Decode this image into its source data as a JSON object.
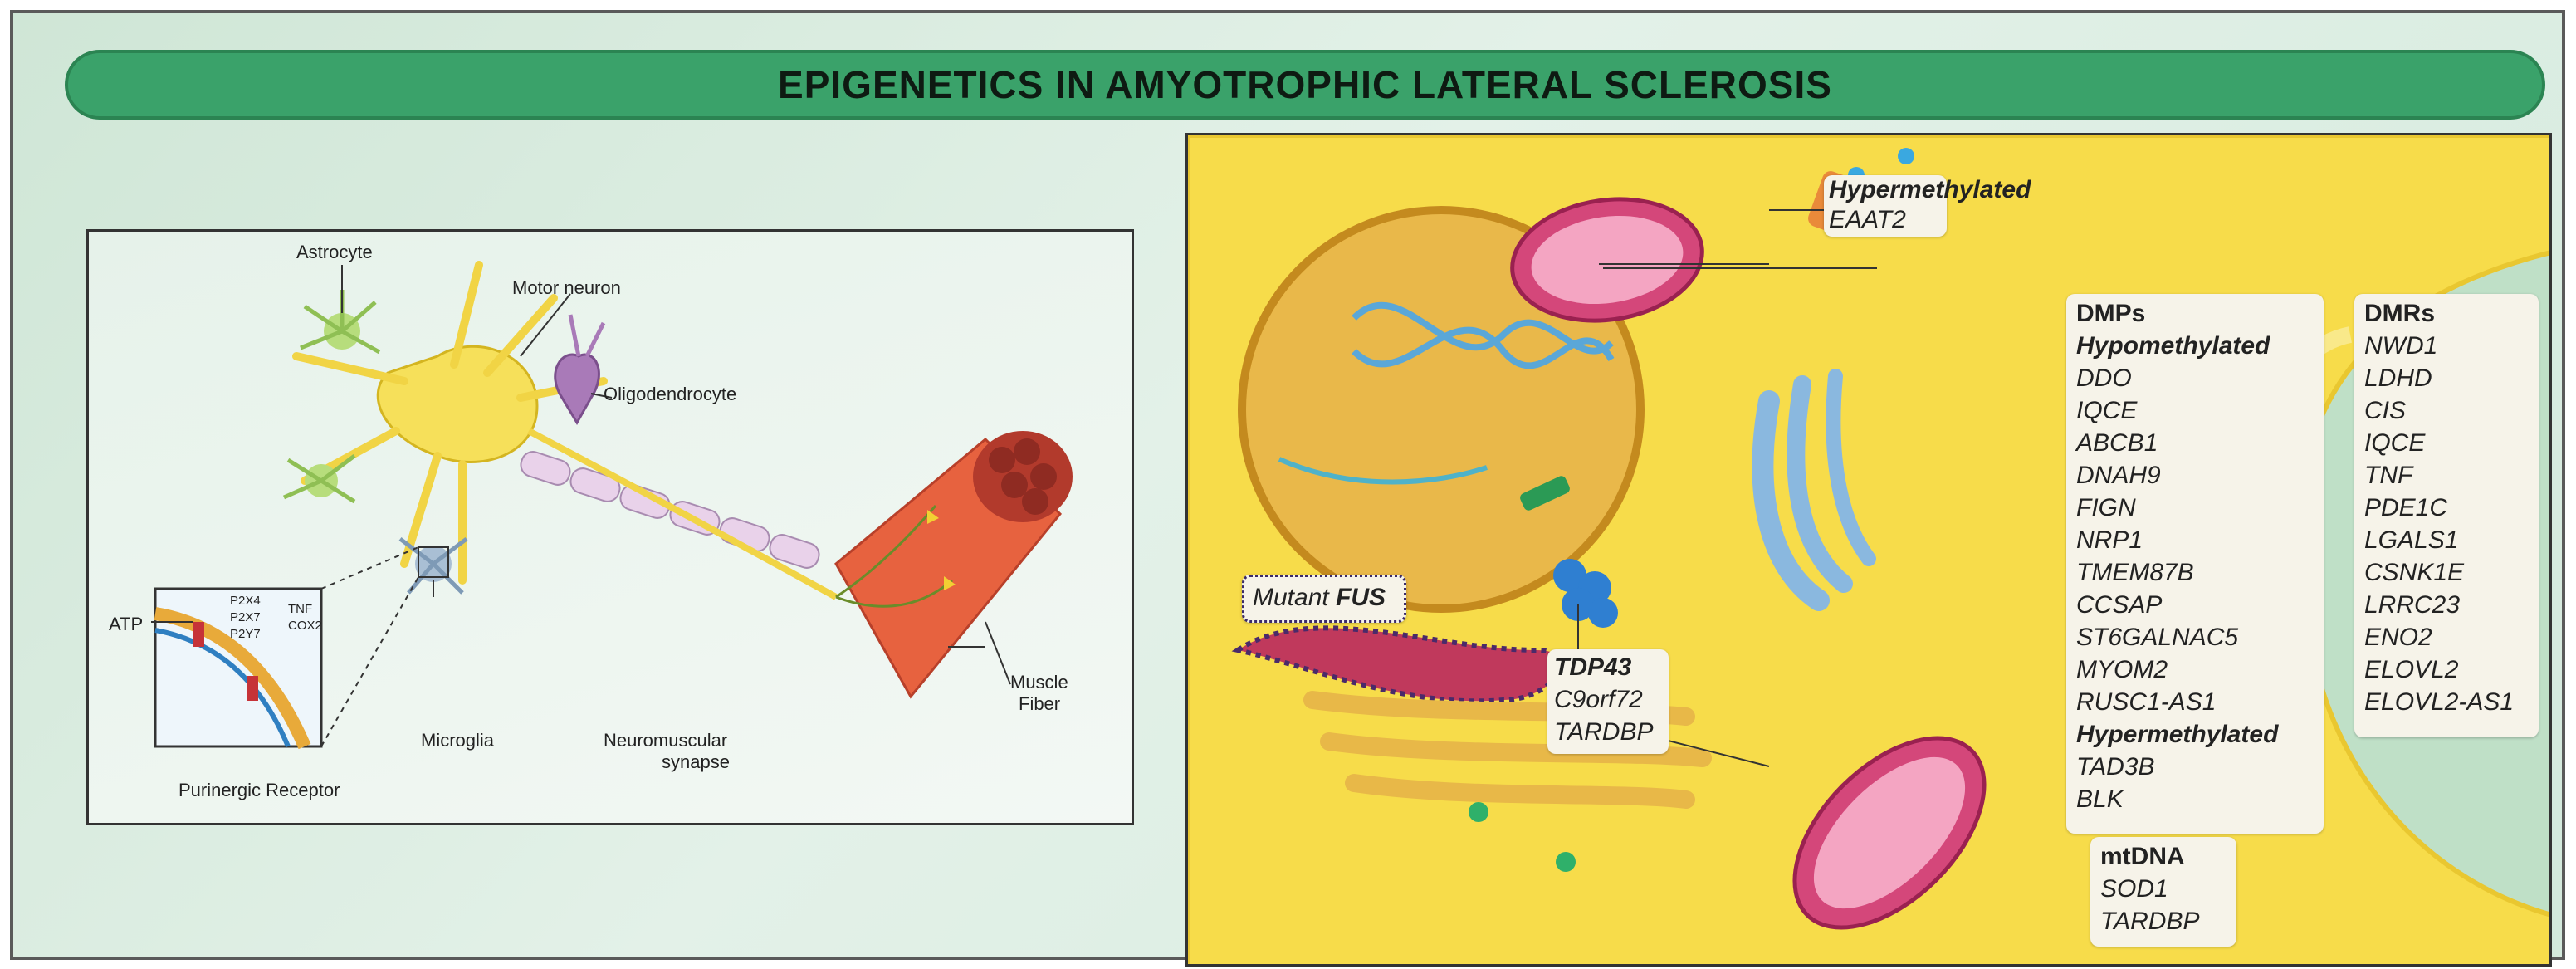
{
  "title": "EPIGENETICS IN AMYOTROPHIC LATERAL SCLEROSIS",
  "left_labels": {
    "astrocyte": "Astrocyte",
    "motor_neuron": "Motor neuron",
    "oligodendrocyte": "Oligodendrocyte",
    "microglia": "Microglia",
    "muscle_fiber_1": "Muscle",
    "muscle_fiber_2": "Fiber",
    "nmj_1": "Neuromuscular",
    "nmj_2": "synapse",
    "atp": "ATP",
    "purinergic": "Purinergic Receptor",
    "p2x4": "P2X4",
    "p2x7": "P2X7",
    "p2y7": "P2Y7",
    "tnf": "TNF",
    "cox2": "COX2"
  },
  "eaat2_box": {
    "heading": "Hypermethylated",
    "genes": [
      "EAAT2"
    ]
  },
  "dmps_box": {
    "heading": "DMPs",
    "hypo_heading": "Hypomethylated",
    "hypo_genes": [
      "DDO",
      "IQCE",
      "ABCB1",
      "DNAH9",
      "FIGN",
      "NRP1",
      "TMEM87B",
      "CCSAP",
      "ST6GALNAC5",
      "MYOM2",
      "RUSC1-AS1"
    ],
    "hyper_heading": "Hypermethylated",
    "hyper_genes": [
      "TAD3B",
      "BLK"
    ]
  },
  "dmrs_box": {
    "heading": "DMRs",
    "genes": [
      "NWD1",
      "LDHD",
      "CIS",
      "IQCE",
      "TNF",
      "PDE1C",
      "LGALS1",
      "CSNK1E",
      "LRRC23",
      "ENO2",
      "ELOVL2",
      "ELOVL2-AS1"
    ]
  },
  "mtdna_box": {
    "heading": "mtDNA",
    "genes": [
      "SOD1",
      "TARDBP"
    ]
  },
  "fus_box": {
    "prefix": "Mutant ",
    "gene": "FUS"
  },
  "tdp_box": {
    "heading": "TDP43",
    "genes": [
      "C9orf72",
      "TARDBP"
    ]
  },
  "colors": {
    "banner": "#3aa26a",
    "cytoplasm": "#f7dc4a",
    "nucleus": "#e9b84a",
    "mitochondria": "#d4477a",
    "er": "#c0395c",
    "golgi": "#8ab8df",
    "muscle": "#e35c3c"
  }
}
